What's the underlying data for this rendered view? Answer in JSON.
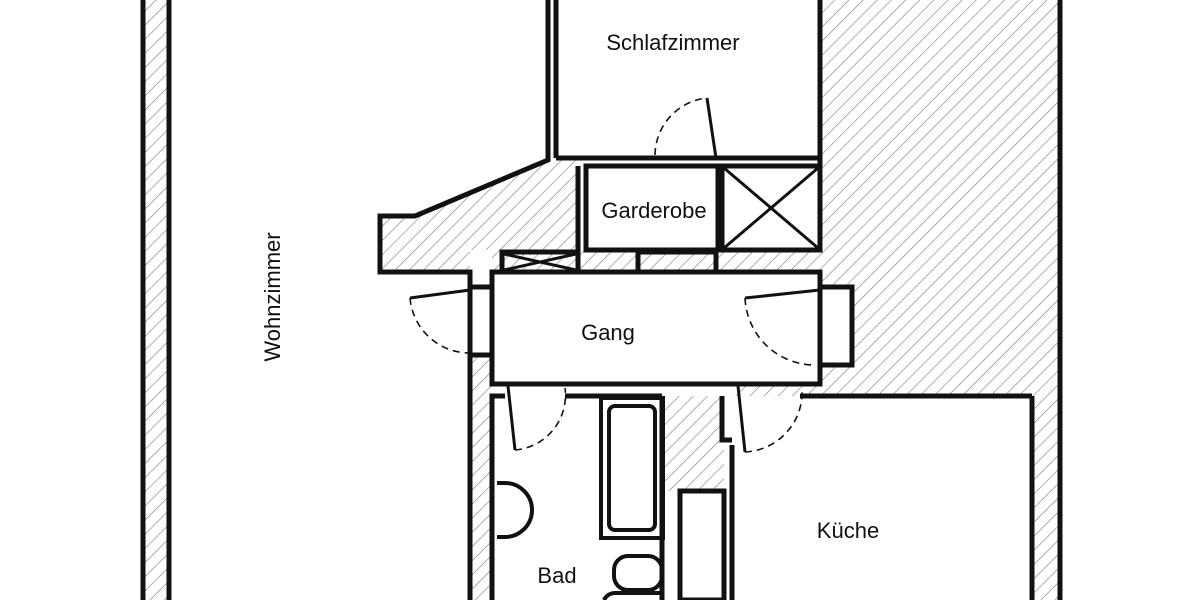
{
  "plan": {
    "colors": {
      "wall": "#111111",
      "hatch": "#7a7a7a",
      "background": "#ffffff"
    },
    "rooms": {
      "schlafzimmer": "Schlafzimmer",
      "garderobe": "Garderobe",
      "wohnzimmer": "Wohnzimmer",
      "gang": "Gang",
      "kueche": "Küche",
      "bad": "Bad"
    }
  }
}
